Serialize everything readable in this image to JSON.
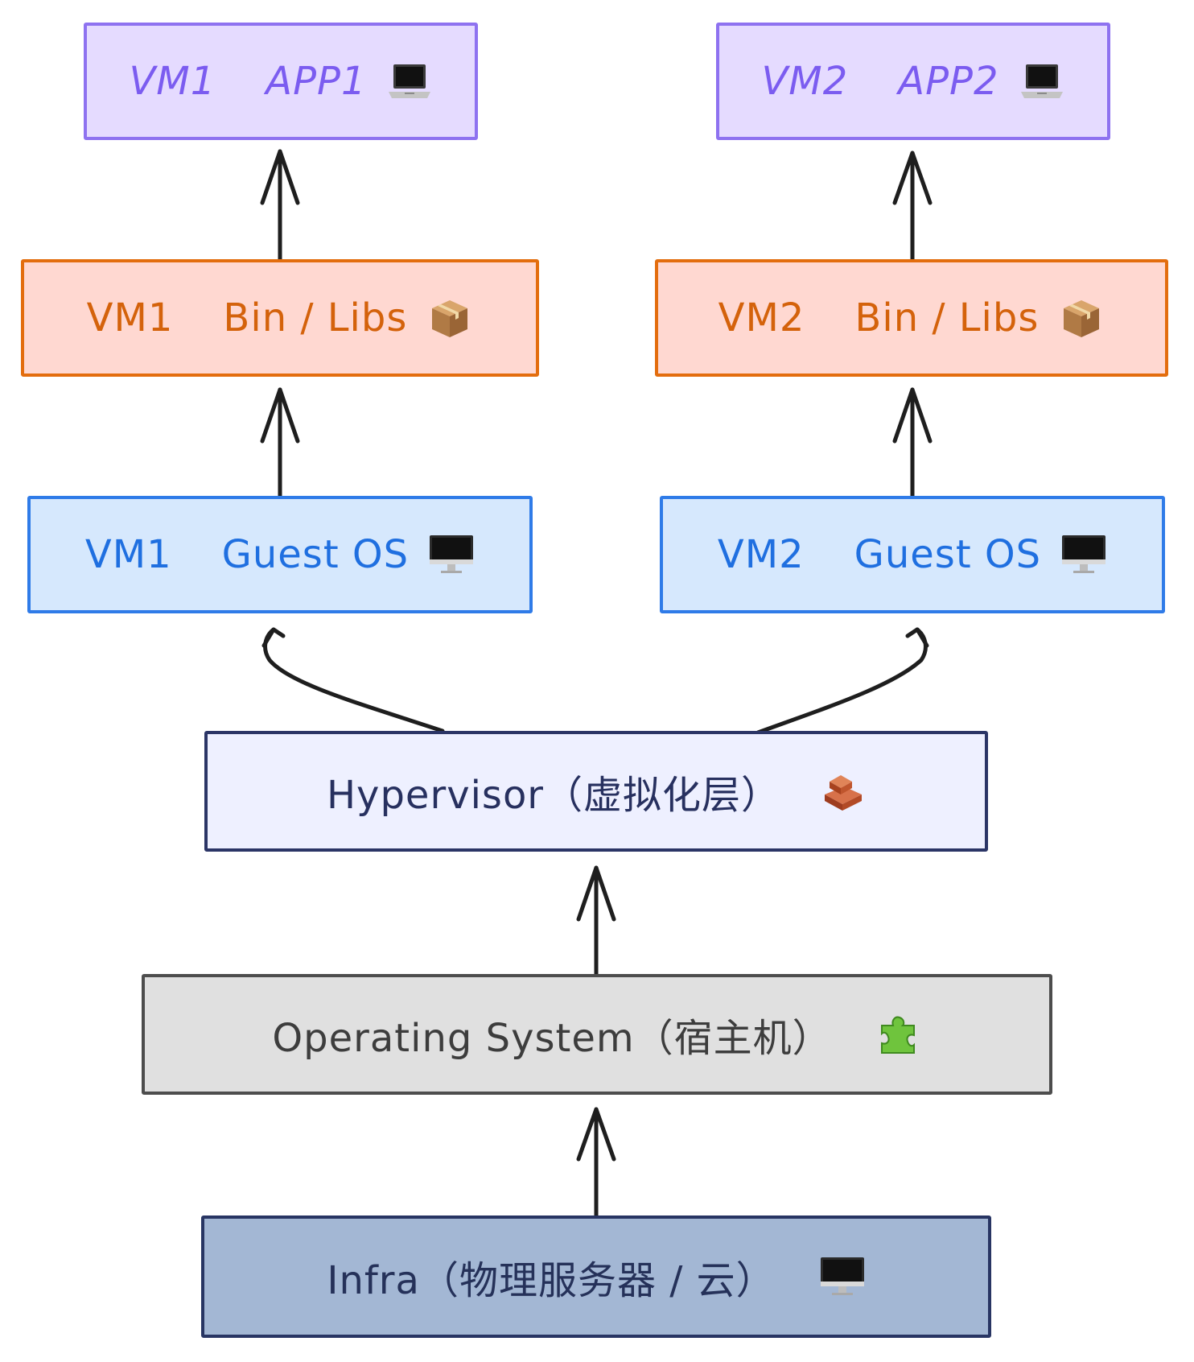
{
  "vm1": {
    "app": {
      "vm": "VM1",
      "label": "APP1",
      "icon": "laptop-icon"
    },
    "libs": {
      "vm": "VM1",
      "label": "Bin / Libs",
      "icon": "package-icon"
    },
    "guest_os": {
      "vm": "VM1",
      "label": "Guest OS",
      "icon": "monitor-icon"
    }
  },
  "vm2": {
    "app": {
      "vm": "VM2",
      "label": "APP2",
      "icon": "laptop-icon"
    },
    "libs": {
      "vm": "VM2",
      "label": "Bin / Libs",
      "icon": "package-icon"
    },
    "guest_os": {
      "vm": "VM2",
      "label": "Guest OS",
      "icon": "monitor-icon"
    }
  },
  "hypervisor": {
    "label": "Hypervisor（虚拟化层）",
    "icon": "brick-icon"
  },
  "host_os": {
    "label": "Operating System（宿主机）",
    "icon": "puzzle-piece-icon"
  },
  "infra": {
    "label": "Infra（物理服务器 / 云）",
    "icon": "monitor-icon"
  },
  "colors": {
    "app_fill": "#e5dbff",
    "app_stroke": "#8e72f0",
    "libs_fill": "#ffd8d1",
    "libs_stroke": "#e36d0e",
    "guest_fill": "#d6e8fd",
    "guest_stroke": "#2f7be8",
    "hyper_fill": "#eef0ff",
    "hyper_stroke": "#2b3566",
    "host_fill": "#e0e0e0",
    "host_stroke": "#4d4d4d",
    "infra_fill": "#a3b7d4",
    "infra_stroke": "#283563",
    "arrow": "#1e1e1e"
  }
}
